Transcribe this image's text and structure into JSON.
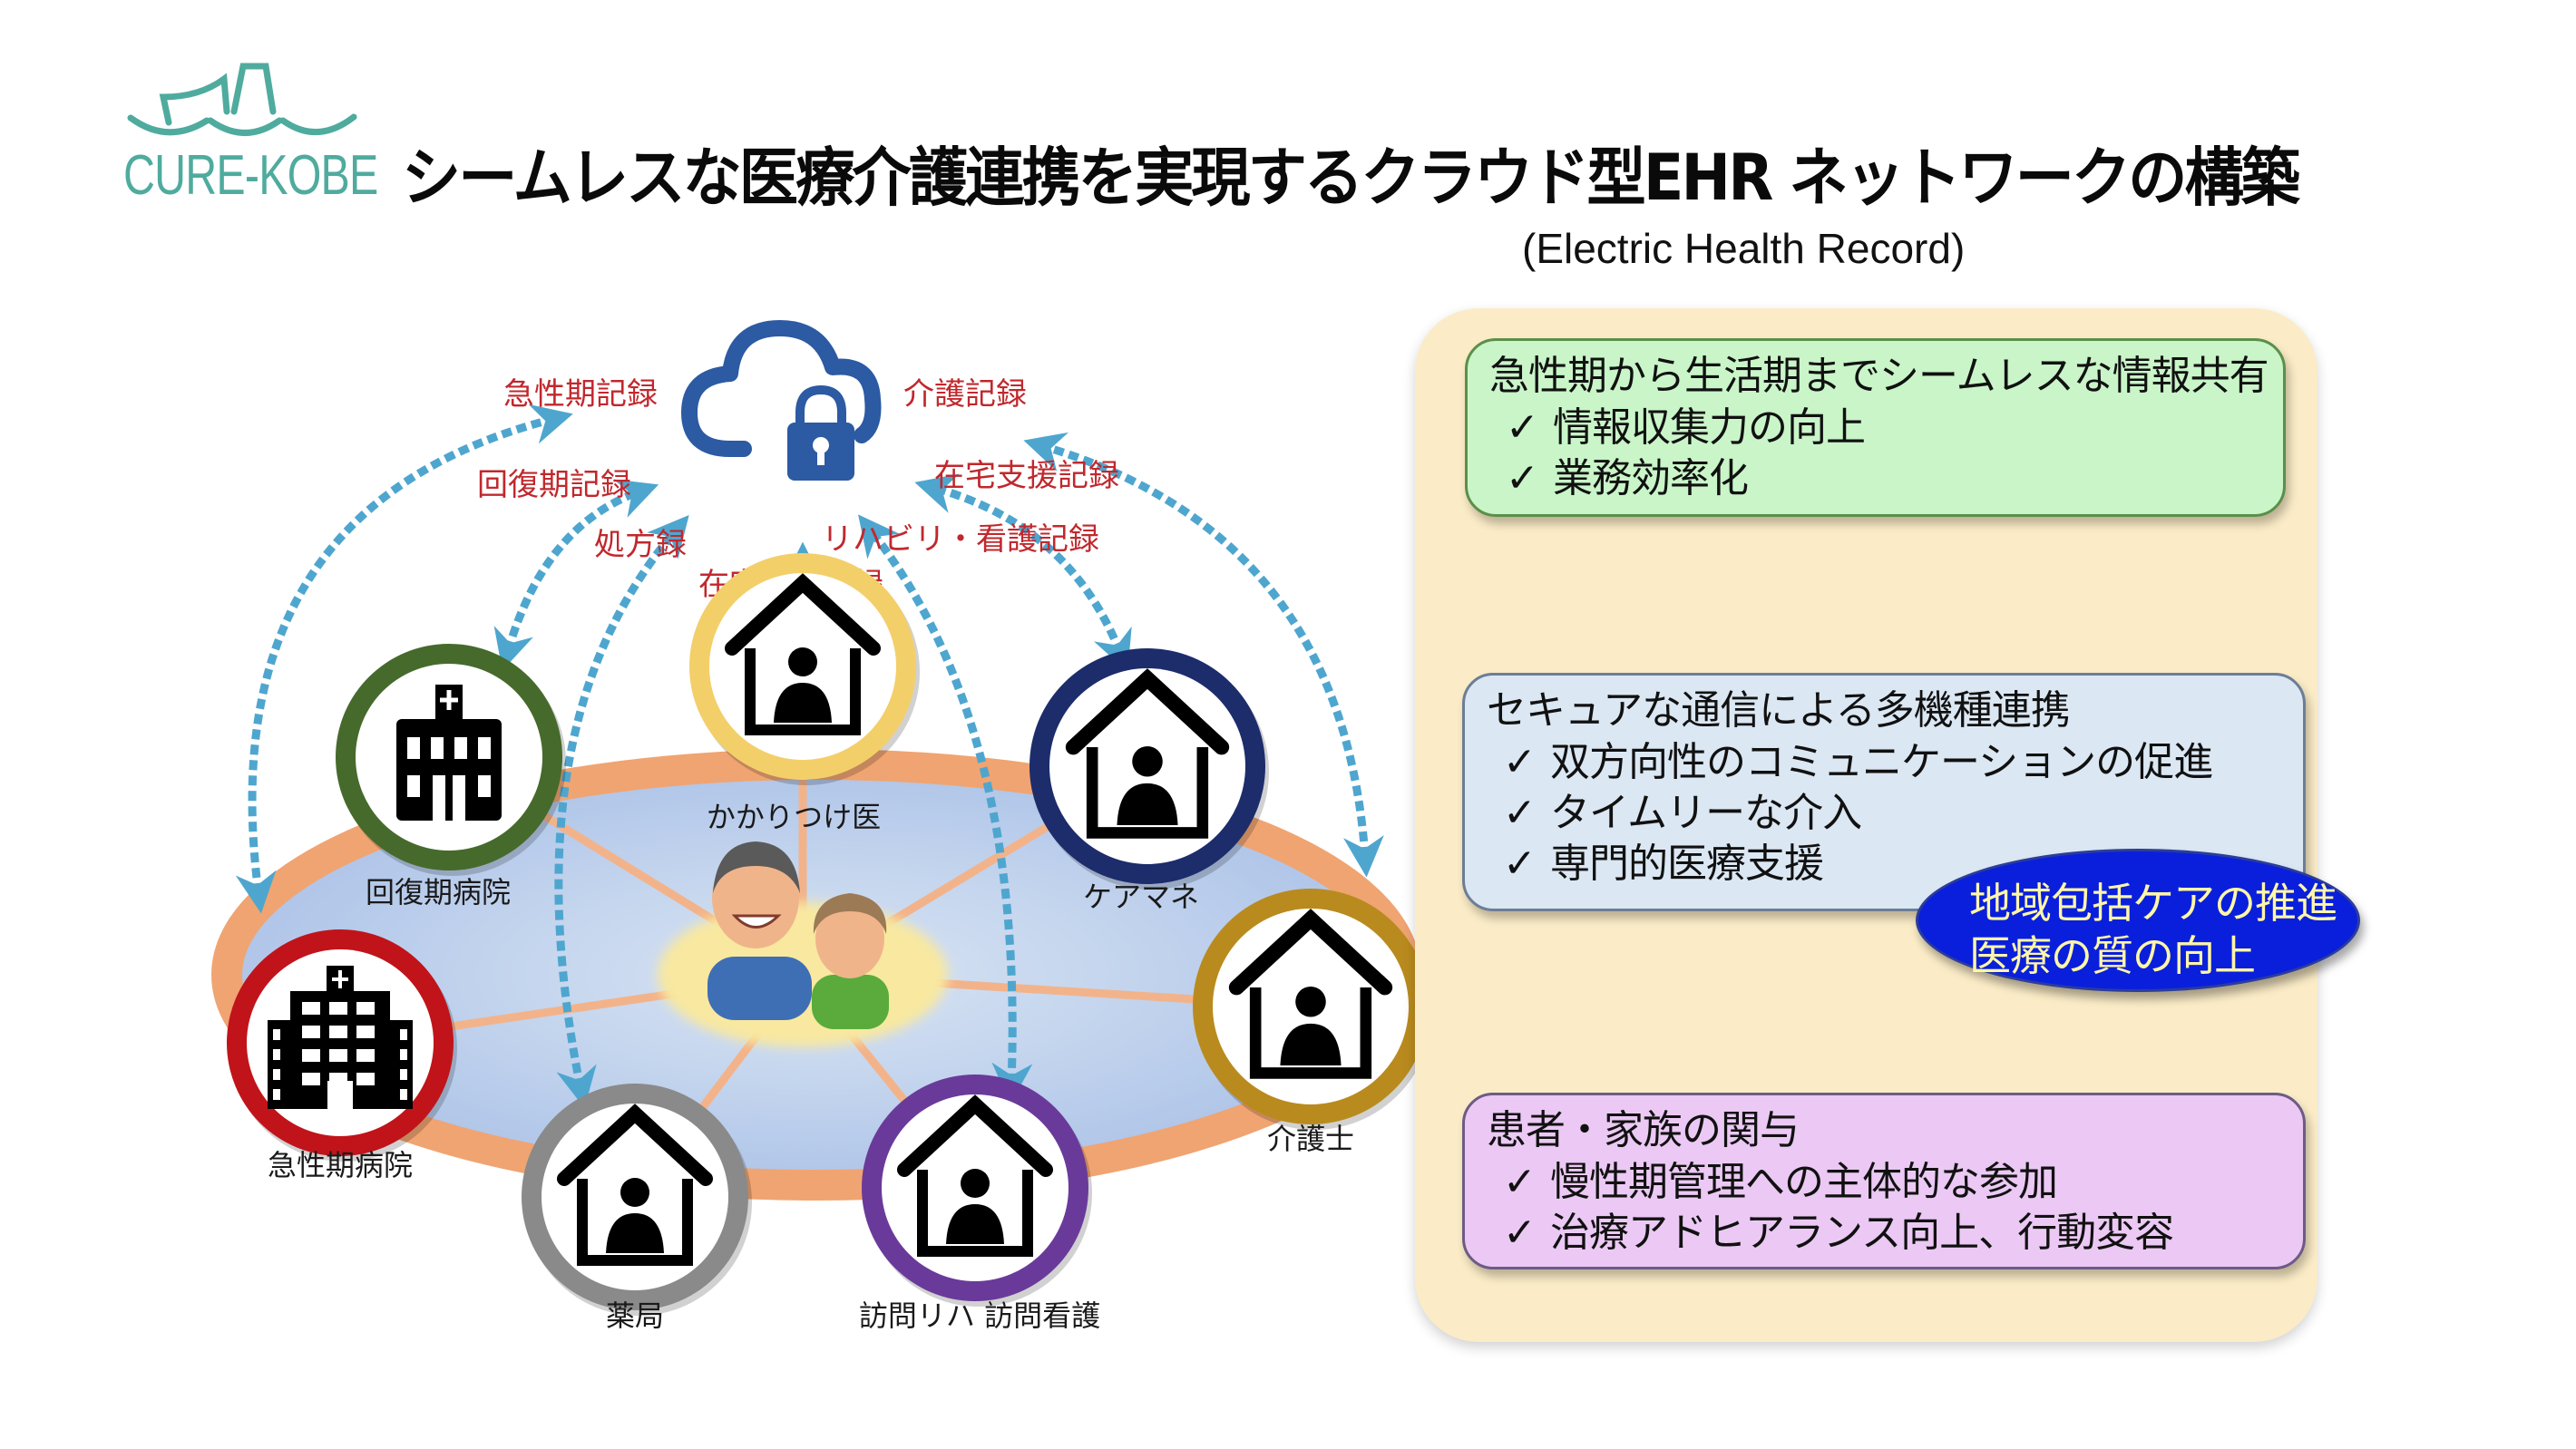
{
  "header": {
    "logo_text": "CURE-KOBE",
    "title": "シームレスな医療介護連携を実現するクラウド型EHR ネットワークの構築",
    "subtitle": "(Electric Health Record)"
  },
  "colors": {
    "logo": "#4fab9e",
    "record_label": "#c0282d",
    "arrow": "#4ea6cf",
    "cloud": "#2c5aa3",
    "ring_orange": "#f0a06a",
    "ring_fill": "#b8cdec",
    "panel_bg": "#fbecc7",
    "box_green": "#c9f5c8",
    "box_blue": "#dbe7f3",
    "box_purple": "#ebc9f4",
    "oval_bg": "#0a1fdc",
    "oval_text": "#fff6a8"
  },
  "diagram": {
    "cloud_icon": "cloud-lock-icon",
    "record_labels": [
      "急性期記録",
      "回復期記録",
      "処方録",
      "在宅診療記録",
      "介護記録",
      "在宅支援記録",
      "リハビリ・看護記録"
    ],
    "nodes": [
      {
        "label": "回復期病院",
        "icon": "hospital-icon",
        "ring_color": "#466a2c"
      },
      {
        "label": "かかりつけ医",
        "icon": "doctor-home-icon",
        "ring_color": "#f3cf6a"
      },
      {
        "label": "ケアマネ",
        "icon": "care-manager-home-icon",
        "ring_color": "#1d2c6b"
      },
      {
        "label": "介護士",
        "icon": "caregiver-wheelchair-home-icon",
        "ring_color": "#b98b1e"
      },
      {
        "label": "急性期病院",
        "icon": "large-hospital-icon",
        "ring_color": "#c0141a"
      },
      {
        "label": "薬局",
        "icon": "pharmacy-home-icon",
        "ring_color": "#8a8a8a"
      },
      {
        "label": "訪問リハ 訪問看護",
        "icon": "visit-rehab-home-icon",
        "ring_color": "#6a3a9a"
      }
    ],
    "center": {
      "icon": "patient-family-icon"
    }
  },
  "panel": {
    "boxes": [
      {
        "heading": "急性期から生活期までシームレスな情報共有",
        "items": [
          "情報収集力の向上",
          "業務効率化"
        ]
      },
      {
        "heading": "セキュアな通信による多機種連携",
        "items": [
          "双方向性のコミュニケーションの促進",
          "タイムリーな介入",
          "専門的医療支援"
        ]
      },
      {
        "heading": "患者・家族の関与",
        "items": [
          "慢性期管理への主体的な参加",
          "治療アドヒアランス向上、行動変容"
        ]
      }
    ],
    "check_mark": "✓",
    "callout": {
      "line1": "地域包括ケアの推進",
      "line2": "医療の質の向上"
    }
  }
}
